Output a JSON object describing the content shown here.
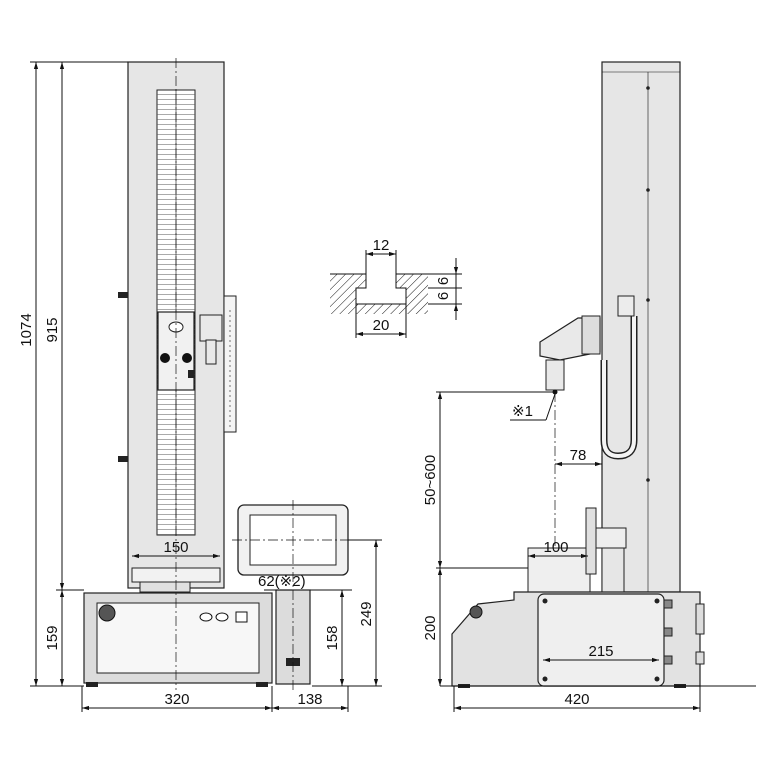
{
  "front_view": {
    "dims": {
      "overall_height": "1074",
      "column_height": "915",
      "base_height": "159",
      "column_width": "150",
      "base_width": "320",
      "controller_width": "138",
      "controller_note": "62(※2)",
      "controller_height": "158",
      "display_height": "249"
    }
  },
  "slot_detail": {
    "dims": {
      "slot_top": "12",
      "slot_bottom": "20",
      "depth_a": "6",
      "depth_b": "6"
    }
  },
  "side_view": {
    "dims": {
      "stroke": "50~600",
      "note": "※1",
      "offset": "78",
      "table_width": "100",
      "base_height": "200",
      "base_inner_width": "215",
      "overall_depth": "420"
    }
  }
}
